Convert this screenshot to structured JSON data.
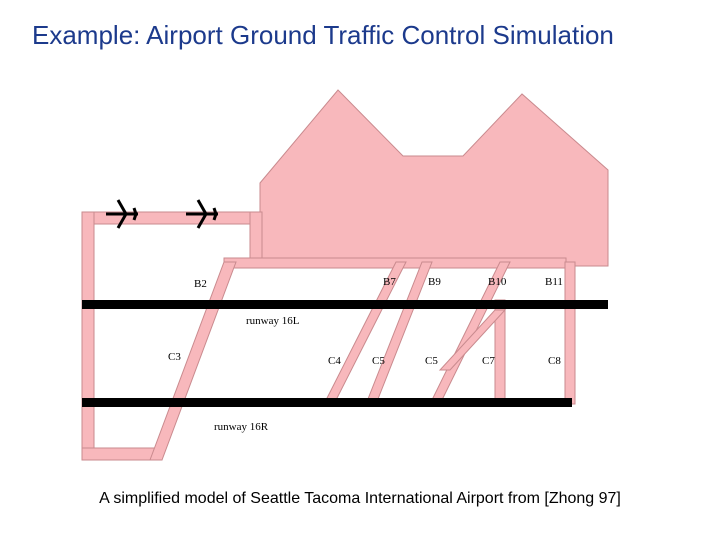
{
  "title": "Example: Airport Ground Traffic Control Simulation",
  "caption": "A simplified model of Seattle Tacoma International Airport from [Zhong 97]",
  "colors": {
    "title": "#1c3a8c",
    "taxiway_fill": "#f8b8bc",
    "taxiway_stroke": "#c98a8e",
    "runway": "#000000"
  },
  "runways": [
    "runway 16L",
    "runway 16R"
  ],
  "taxiway_labels": {
    "B2": "B2",
    "B7": "B7",
    "B9": "B9",
    "B10": "B10",
    "B11": "B11",
    "C3": "C3",
    "C4": "C4",
    "C5a": "C5",
    "C5b": "C5",
    "C7": "C7",
    "C8": "C8"
  },
  "icons": [
    "airplane-icon",
    "airplane-icon"
  ]
}
